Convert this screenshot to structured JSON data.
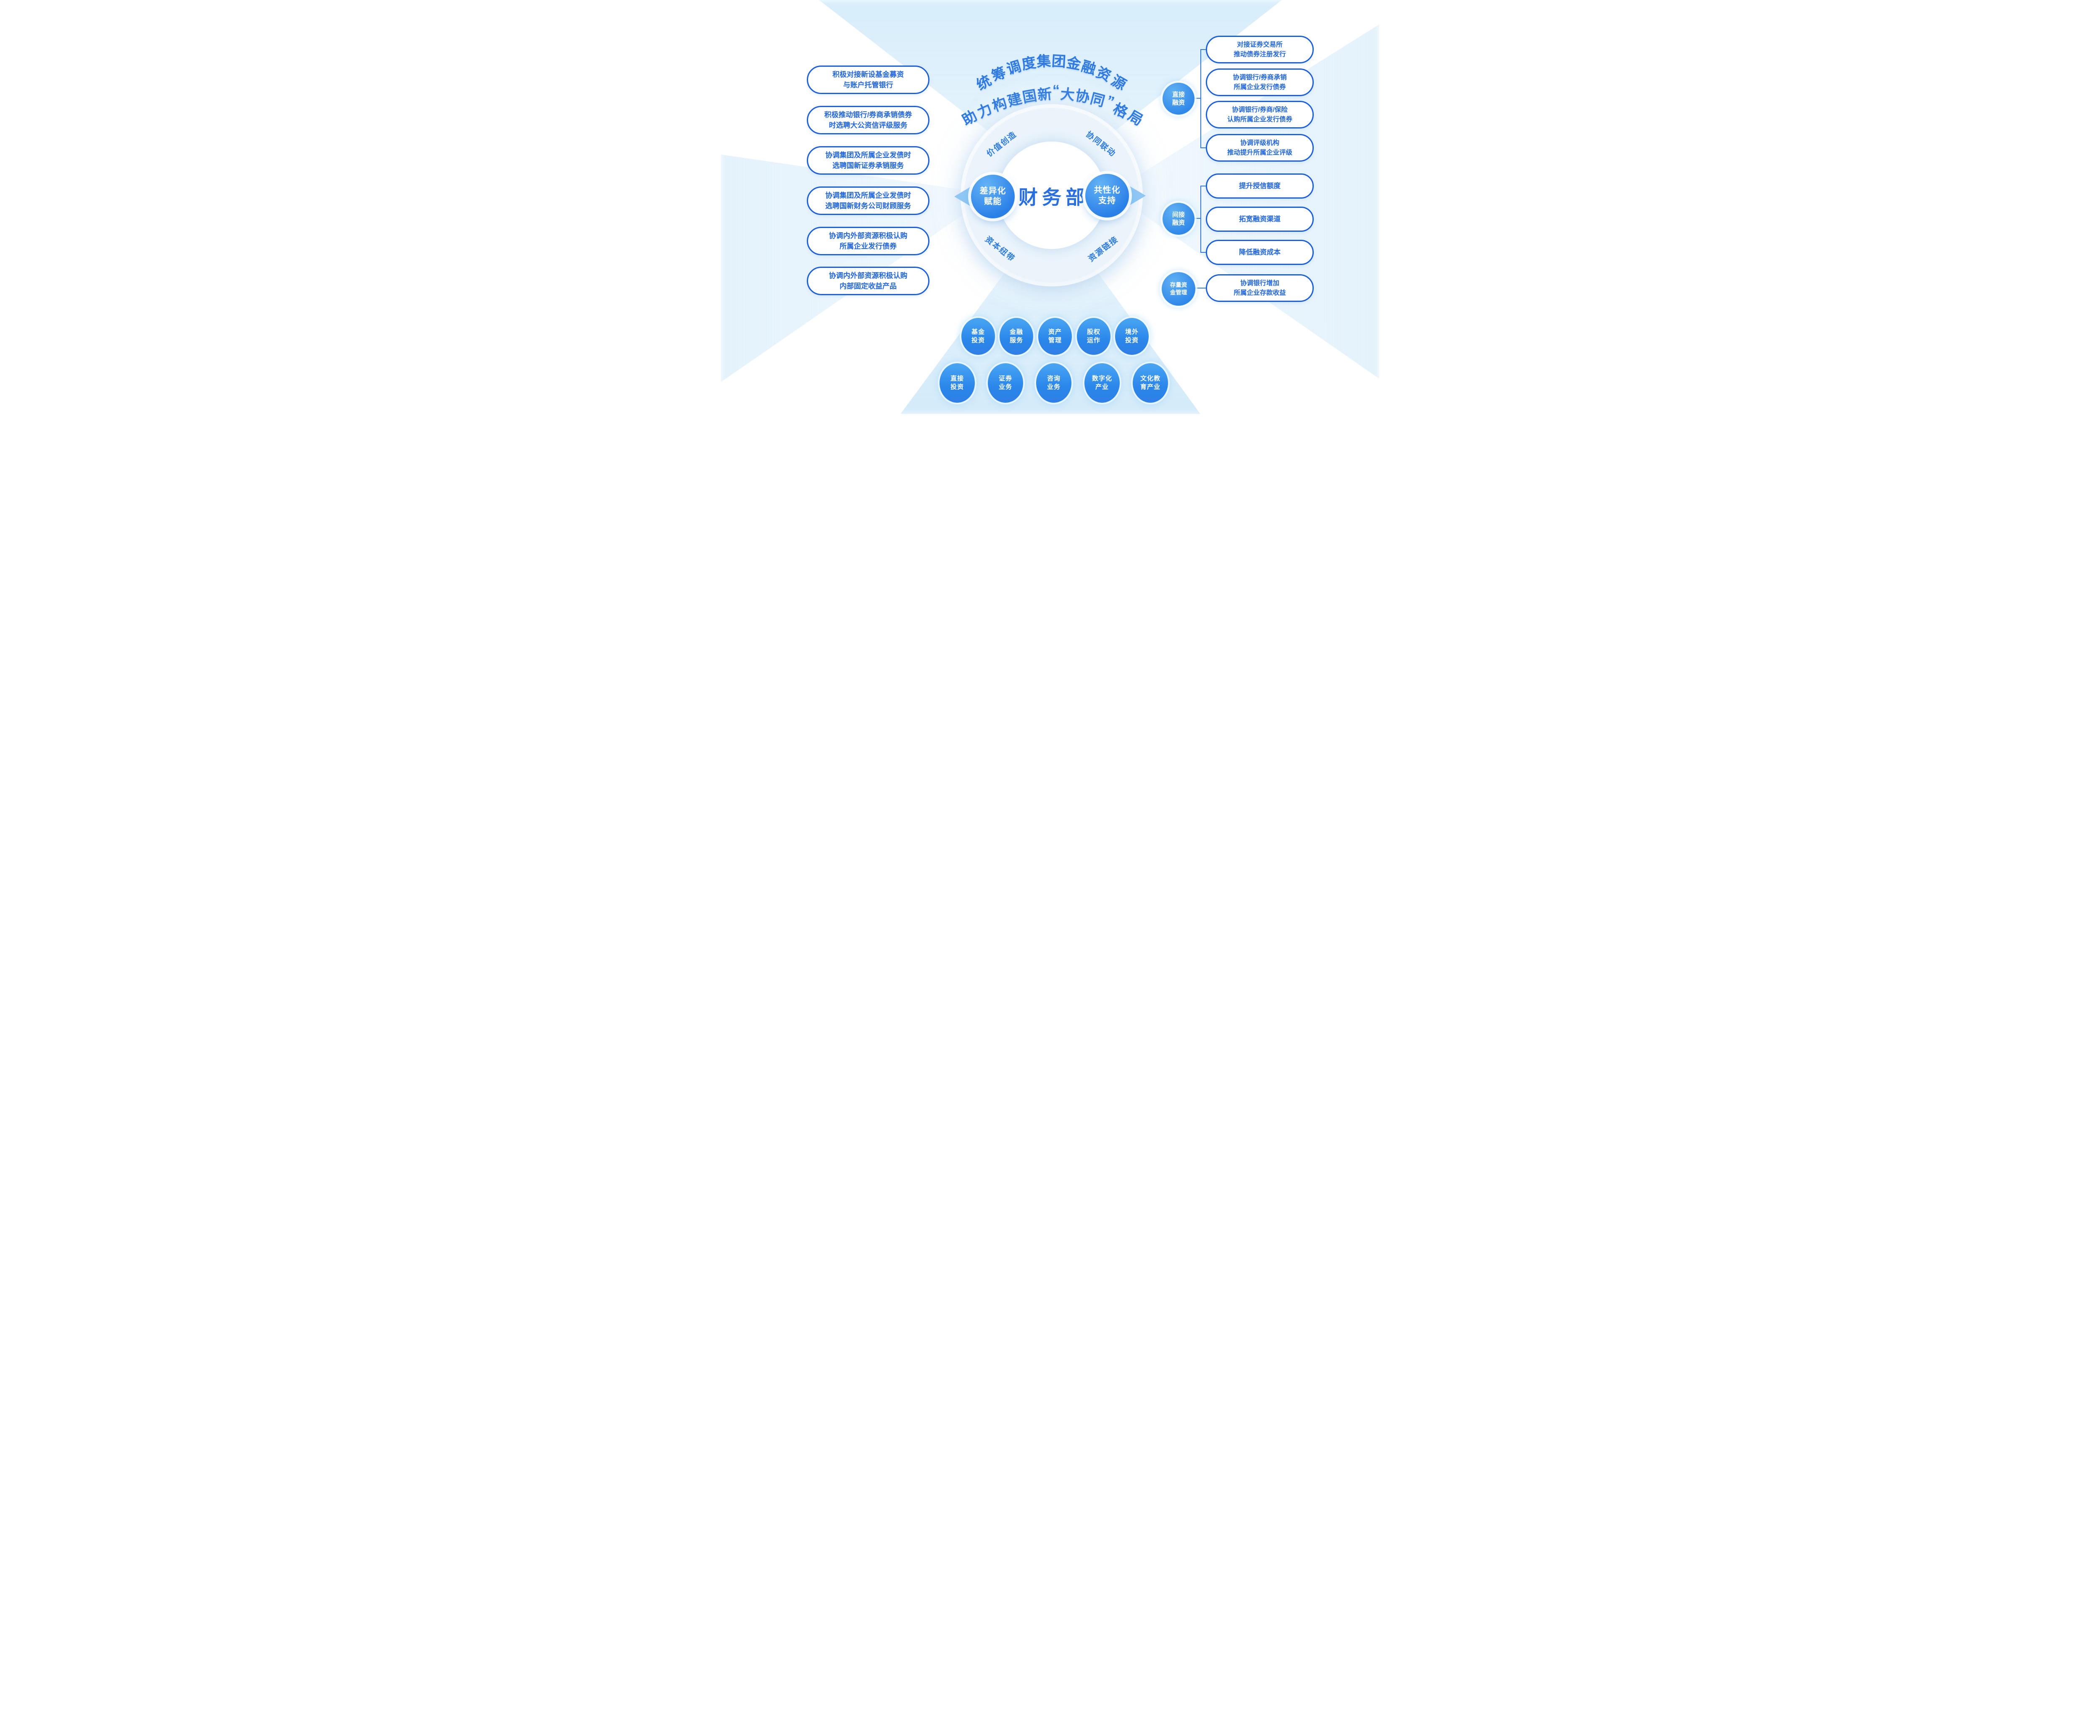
{
  "title": {
    "line1": "统筹调度集团金融资源",
    "line2": "助力构建国新“大协同”格局"
  },
  "center": {
    "label": "财务部"
  },
  "ring_labels": {
    "top_left": "价值创造",
    "top_right": "协同联动",
    "bottom_left": "资本纽带",
    "bottom_right": "资源链接"
  },
  "bubbles": {
    "left": {
      "line1": "差异化",
      "line2": "赋能"
    },
    "right": {
      "line1": "共性化",
      "line2": "支持"
    }
  },
  "left_boxes": [
    {
      "line1": "积极对接新设基金募资",
      "line2": "与账户托管银行"
    },
    {
      "line1": "积极推动银行/券商承销债券",
      "line2": "时选聘大公资信评级服务"
    },
    {
      "line1": "协调集团及所属企业发债时",
      "line2": "选聘国新证券承销服务"
    },
    {
      "line1": "协调集团及所属企业发债时",
      "line2": "选聘国新财务公司财顾服务"
    },
    {
      "line1": "协调内外部资源积极认购",
      "line2": "所属企业发行债券"
    },
    {
      "line1": "协调内外部资源积极认购",
      "line2": "内部固定收益产品"
    }
  ],
  "right_groups": [
    {
      "circle": {
        "line1": "直接",
        "line2": "融资"
      },
      "boxes": [
        {
          "line1": "对接证券交易所",
          "line2": "推动债券注册发行"
        },
        {
          "line1": "协调银行/券商承销",
          "line2": "所属企业发行债券"
        },
        {
          "line1": "协调银行/券商/保险",
          "line2": "认购所属企业发行债券"
        },
        {
          "line1": "协调评级机构",
          "line2": "推动提升所属企业评级"
        }
      ]
    },
    {
      "circle": {
        "line1": "间接",
        "line2": "融资"
      },
      "boxes": [
        {
          "line1": "提升授信额度",
          "line2": ""
        },
        {
          "line1": "拓宽融资渠道",
          "line2": ""
        },
        {
          "line1": "降低融资成本",
          "line2": ""
        }
      ]
    },
    {
      "circle": {
        "line1": "存量资",
        "line2": "金管理"
      },
      "boxes": [
        {
          "line1": "协调银行增加",
          "line2": "所属企业存款收益"
        }
      ]
    }
  ],
  "bottom_rows": {
    "row1": [
      {
        "line1": "基金",
        "line2": "投资"
      },
      {
        "line1": "金融",
        "line2": "服务"
      },
      {
        "line1": "资产",
        "line2": "管理"
      },
      {
        "line1": "股权",
        "line2": "运作"
      },
      {
        "line1": "境外",
        "line2": "投资"
      }
    ],
    "row2": [
      {
        "line1": "直接",
        "line2": "投资"
      },
      {
        "line1": "证券",
        "line2": "业务"
      },
      {
        "line1": "咨询",
        "line2": "业务"
      },
      {
        "line1": "数字化",
        "line2": "产业"
      },
      {
        "line1": "文化教",
        "line2": "育产业"
      }
    ]
  },
  "colors": {
    "primary_blue": "#1b5fdd",
    "text_blue": "#2470e3",
    "title_blue": "#2e7ae2",
    "node_gradient_top": "#54aaf3",
    "node_gradient_bottom": "#2a80e8",
    "ring_band": "#ecf4fb",
    "background_wedge": "#d5ecfa"
  }
}
